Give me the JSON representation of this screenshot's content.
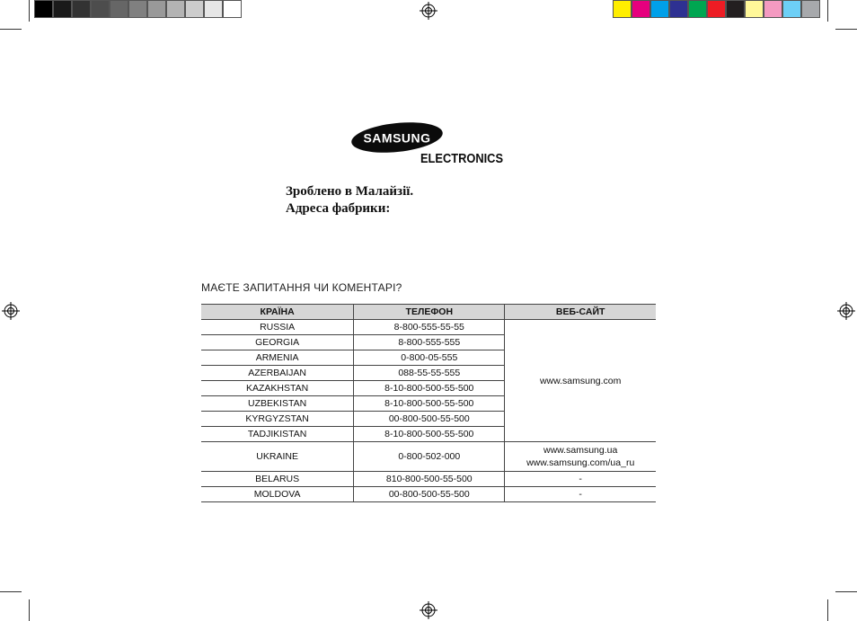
{
  "colors": {
    "grays": [
      "#000000",
      "#1a1a1a",
      "#333333",
      "#4d4d4d",
      "#666666",
      "#808080",
      "#999999",
      "#b3b3b3",
      "#cccccc",
      "#e6e6e6",
      "#ffffff"
    ],
    "process": [
      "#ffee00",
      "#e6007e",
      "#00a0e9",
      "#2e3192",
      "#00a651",
      "#ed1c24",
      "#231f20",
      "#fff799",
      "#f49ac1",
      "#6dcff6",
      "#a7a9ac"
    ]
  },
  "logo": {
    "brand": "SAMSUNG",
    "sub": "ELECTRONICS"
  },
  "made": {
    "line1": "Зроблено в Малайзії.",
    "line2": "Адреса фабрики:"
  },
  "heading": "МАЄТЕ ЗАПИТАННЯ ЧИ КОМЕНТАРІ?",
  "table": {
    "headers": [
      "КРАЇНА",
      "ТЕЛЕФОН",
      "ВЕБ-САЙТ"
    ],
    "rows": [
      {
        "country": "RUSSIA",
        "phone": "8-800-555-55-55"
      },
      {
        "country": "GEORGIA",
        "phone": "8-800-555-555"
      },
      {
        "country": "ARMENIA",
        "phone": "0-800-05-555"
      },
      {
        "country": "AZERBAIJAN",
        "phone": "088-55-55-555"
      },
      {
        "country": "KAZAKHSTAN",
        "phone": "8-10-800-500-55-500"
      },
      {
        "country": "UZBEKISTAN",
        "phone": "8-10-800-500-55-500"
      },
      {
        "country": "KYRGYZSTAN",
        "phone": "00-800-500-55-500"
      },
      {
        "country": "TADJIKISTAN",
        "phone": "8-10-800-500-55-500"
      },
      {
        "country": "UKRAINE",
        "phone": "0-800-502-000"
      },
      {
        "country": "BELARUS",
        "phone": "810-800-500-55-500",
        "site": "-"
      },
      {
        "country": "MOLDOVA",
        "phone": "00-800-500-55-500",
        "site": "-"
      }
    ],
    "shared_site": "www.samsung.com",
    "ukraine_site": [
      "www.samsung.ua",
      "www.samsung.com/ua_ru"
    ]
  }
}
